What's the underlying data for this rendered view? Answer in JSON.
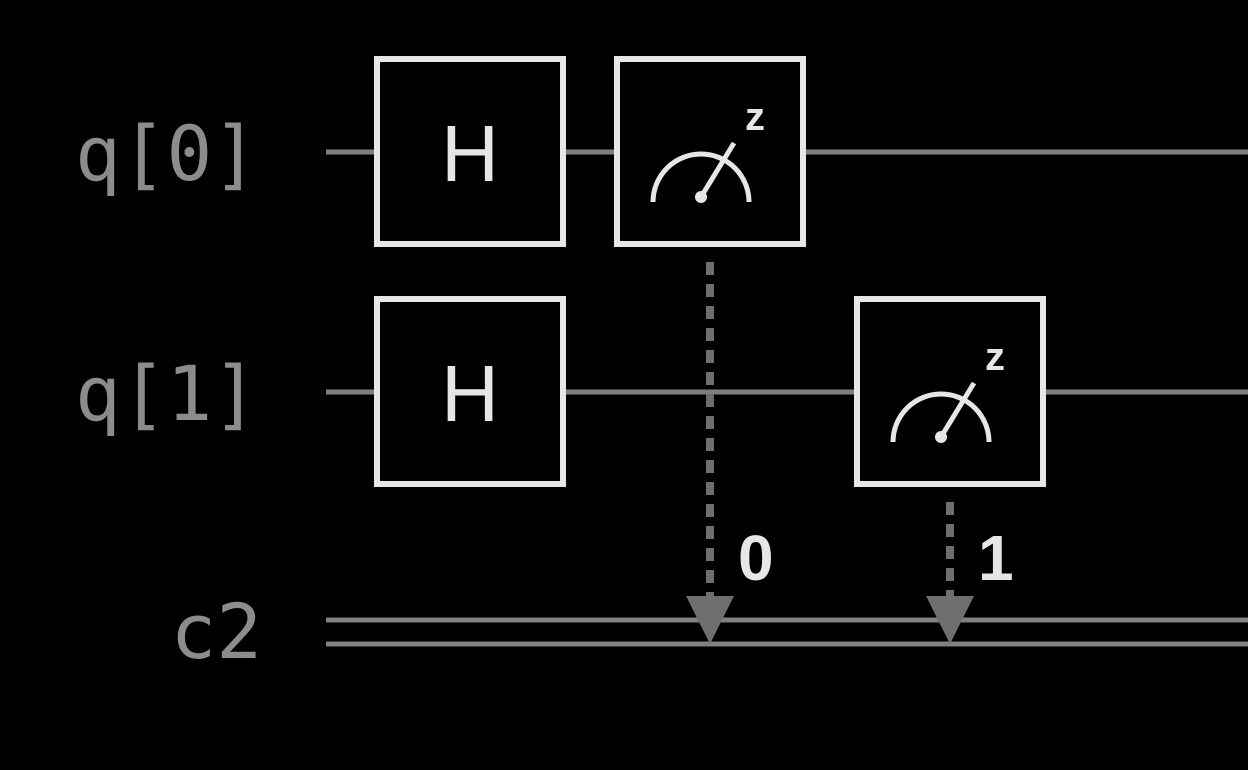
{
  "registers": {
    "quantum": [
      {
        "label": "q[0]"
      },
      {
        "label": "q[1]"
      }
    ],
    "classical": {
      "label": "c2"
    }
  },
  "gates": [
    {
      "name": "H",
      "qubit": 0,
      "column": 0
    },
    {
      "name": "H",
      "qubit": 1,
      "column": 0
    }
  ],
  "measurements": [
    {
      "qubit": 0,
      "column": 1,
      "basis": "z",
      "bit": "0"
    },
    {
      "qubit": 1,
      "column": 2,
      "basis": "z",
      "bit": "1"
    }
  ],
  "colors": {
    "background": "#000000",
    "gate_stroke": "#e6e6e6",
    "wire": "#808080",
    "label": "#8c8c8c",
    "measurement_link": "#6e6e6e"
  }
}
